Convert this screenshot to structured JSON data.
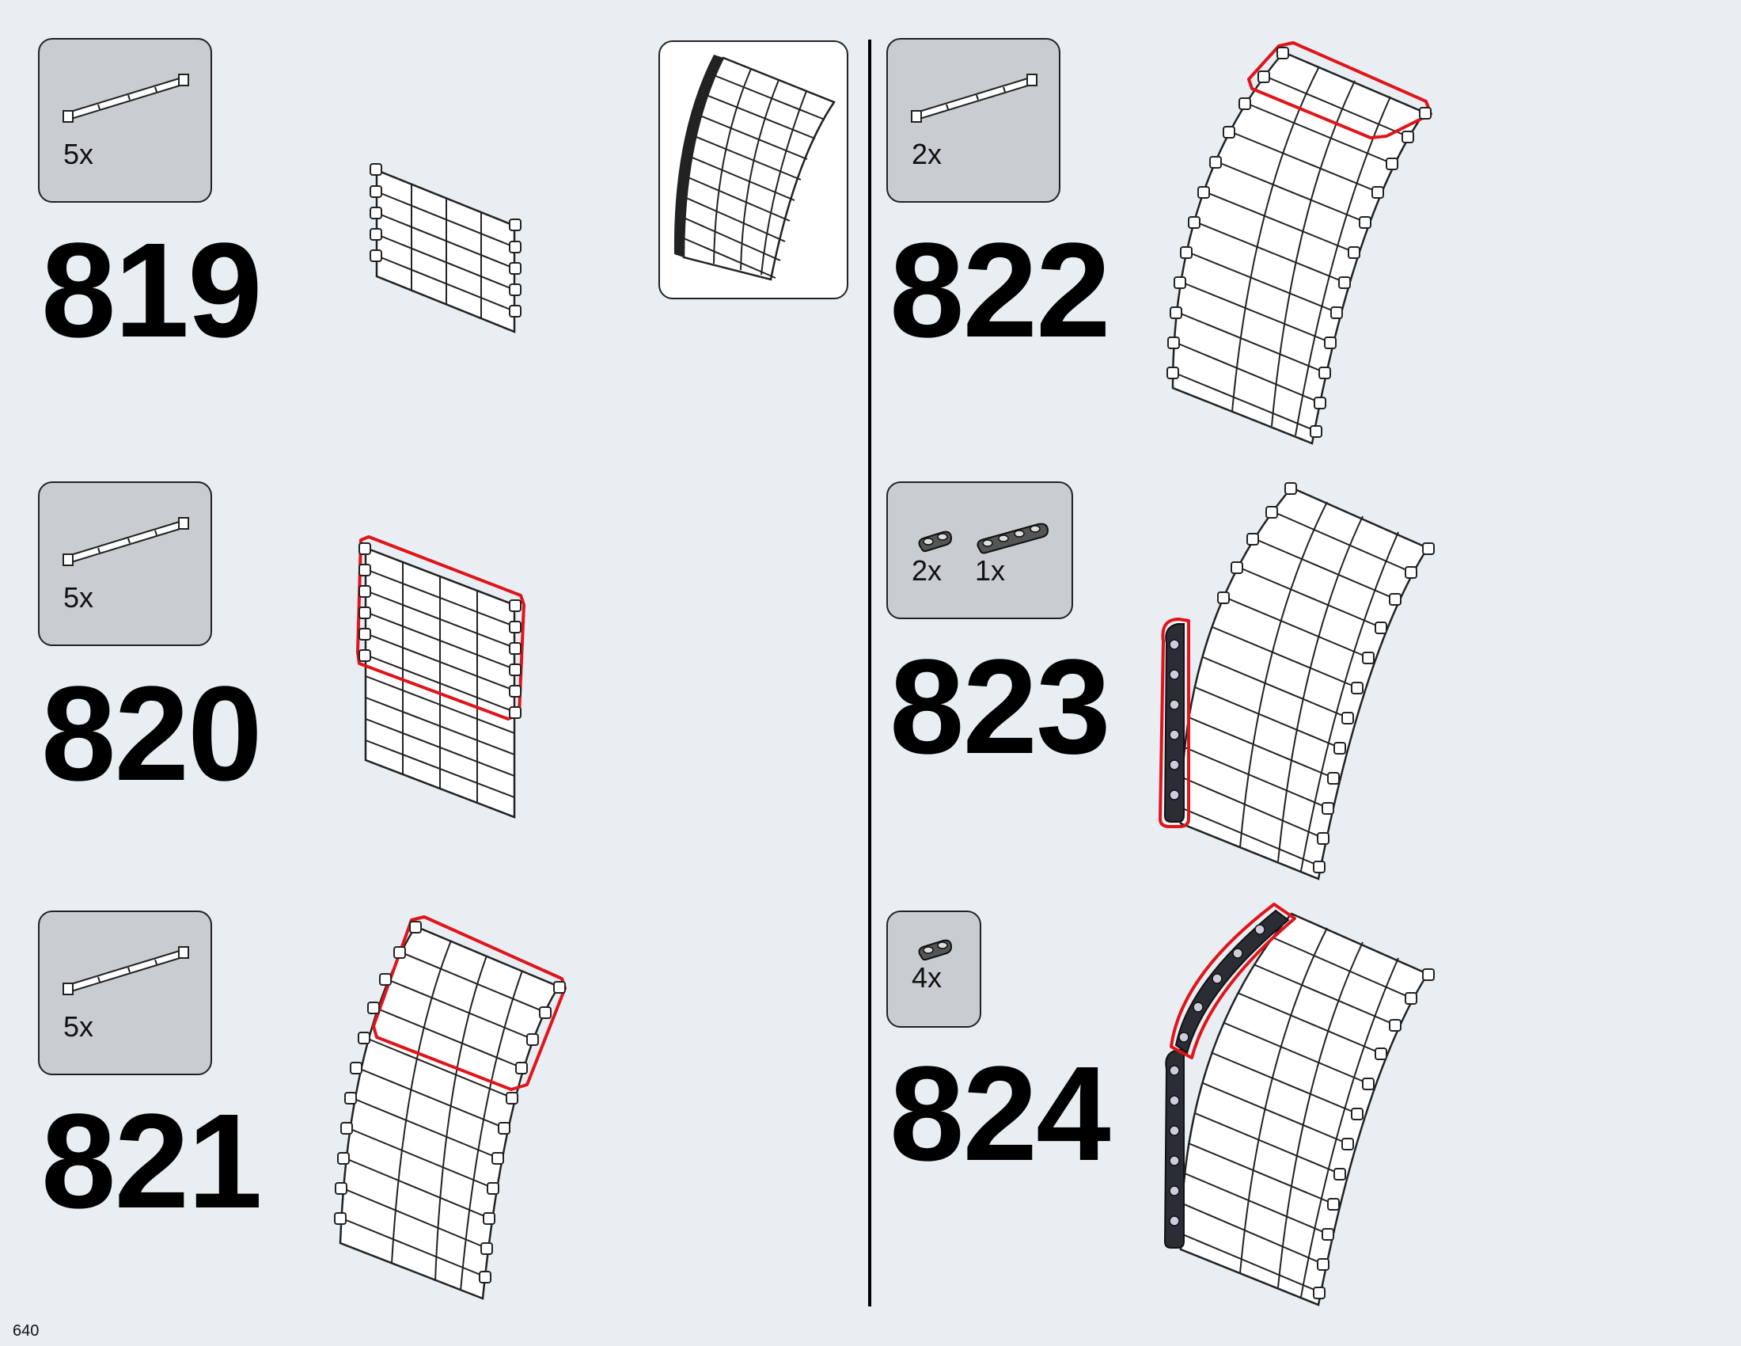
{
  "page_number": "640",
  "callout": {
    "icon": "curved-panel-assembly-icon"
  },
  "steps": [
    {
      "number": "819",
      "parts": [
        {
          "qty": "5x",
          "icon": "window-bar-part-icon"
        }
      ],
      "highlight": "none"
    },
    {
      "number": "820",
      "parts": [
        {
          "qty": "5x",
          "icon": "window-bar-part-icon"
        }
      ],
      "highlight": "top"
    },
    {
      "number": "821",
      "parts": [
        {
          "qty": "5x",
          "icon": "window-bar-part-icon"
        }
      ],
      "highlight": "top"
    },
    {
      "number": "822",
      "parts": [
        {
          "qty": "2x",
          "icon": "window-bar-part-icon"
        }
      ],
      "highlight": "top"
    },
    {
      "number": "823",
      "parts": [
        {
          "qty": "2x",
          "icon": "plate-1x2-part-icon"
        },
        {
          "qty": "1x",
          "icon": "plate-1x4-part-icon"
        }
      ],
      "highlight": "side"
    },
    {
      "number": "824",
      "parts": [
        {
          "qty": "4x",
          "icon": "plate-1x2-part-icon"
        }
      ],
      "highlight": "curve"
    }
  ],
  "colors": {
    "background": "#e9eef2",
    "parts_box": "#c9cdd1",
    "highlight": "#e0141b"
  }
}
